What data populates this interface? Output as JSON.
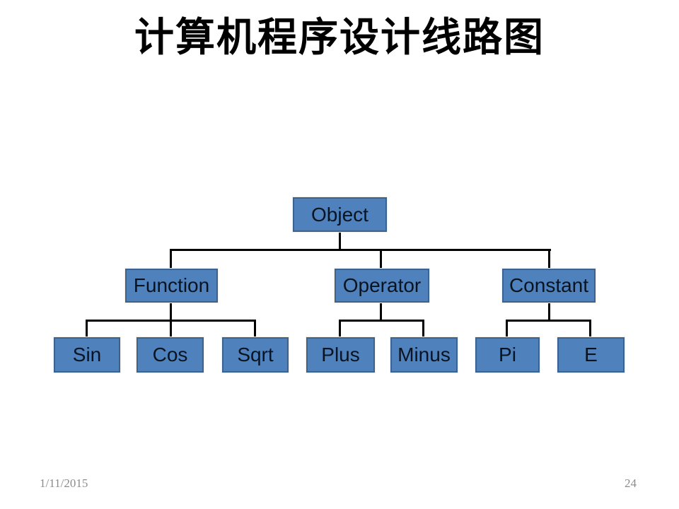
{
  "slide": {
    "title": "计算机程序设计线路图",
    "background_color": "#FFFFFF",
    "footer": {
      "date": "1/11/2015",
      "page_number": "24"
    }
  },
  "diagram": {
    "type": "org-chart-tree",
    "colors": {
      "node_fill": "#4F81BD",
      "node_border": "#3C6390",
      "node_text": "#0A1420",
      "connector": "#000000"
    },
    "tree": {
      "label": "Object",
      "children": [
        {
          "label": "Function",
          "children": [
            {
              "label": "Sin"
            },
            {
              "label": "Cos"
            },
            {
              "label": "Sqrt"
            }
          ]
        },
        {
          "label": "Operator",
          "children": [
            {
              "label": "Plus"
            },
            {
              "label": "Minus"
            }
          ]
        },
        {
          "label": "Constant",
          "children": [
            {
              "label": "Pi"
            },
            {
              "label": "E"
            }
          ]
        }
      ]
    }
  }
}
